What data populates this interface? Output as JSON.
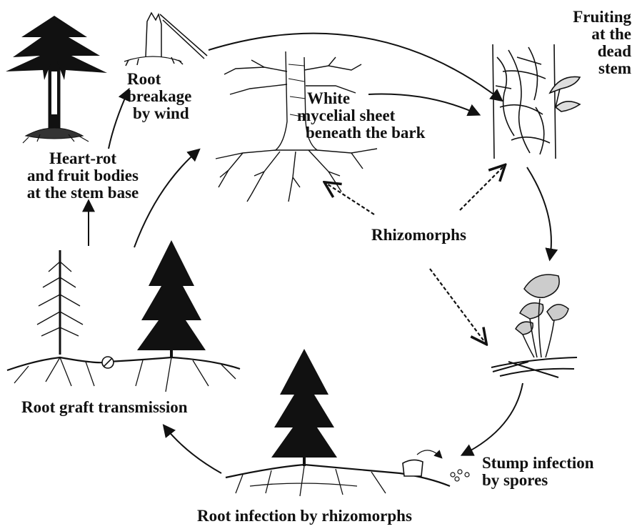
{
  "labels": {
    "root_breakage": [
      "Root",
      "breakage",
      "by wind"
    ],
    "white_mycelial": [
      "White",
      "mycelial sheet",
      "beneath the bark"
    ],
    "fruiting": [
      "Fruiting",
      "at the",
      "dead",
      "stem"
    ],
    "heart_rot": [
      "Heart-rot",
      "and fruit bodies",
      "at the stem base"
    ],
    "rhizomorphs": "Rhizomorphs",
    "root_graft": "Root graft transmission",
    "stump_infection": [
      "Stump infection",
      "by spores"
    ],
    "root_infection": "Root infection by rhizomorphs"
  },
  "colors": {
    "ink": "#111111",
    "background": "#ffffff"
  }
}
